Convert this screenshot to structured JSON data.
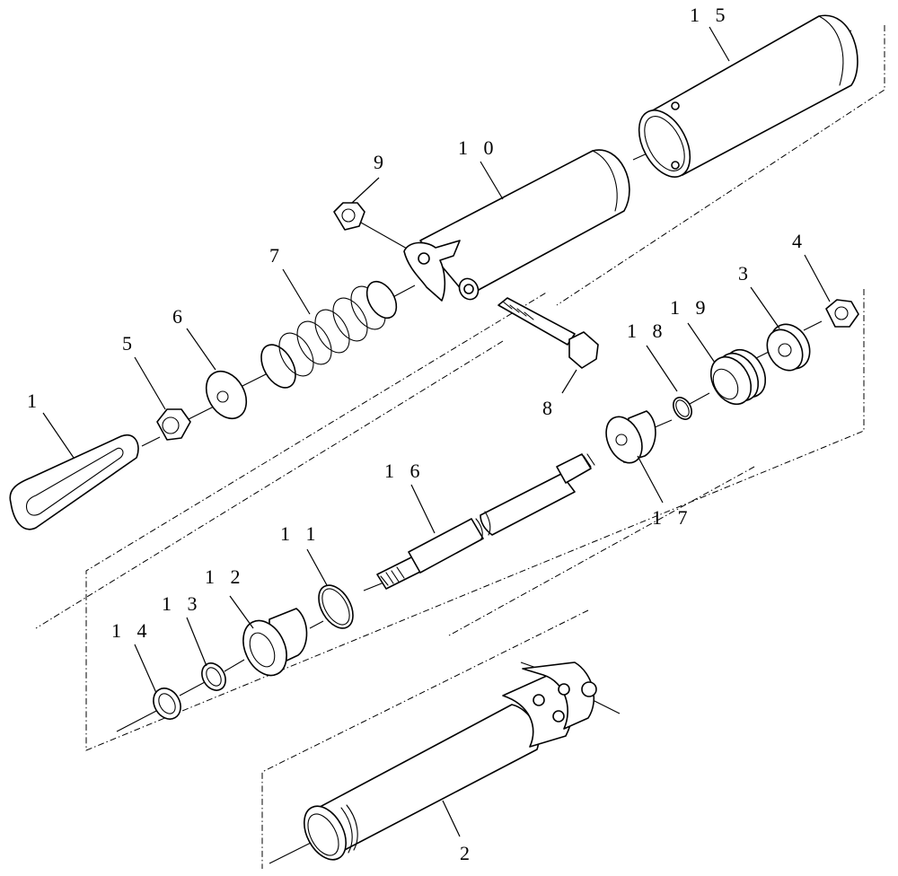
{
  "callouts": [
    {
      "id": "c1",
      "text": "1"
    },
    {
      "id": "c2",
      "text": "2"
    },
    {
      "id": "c3",
      "text": "3"
    },
    {
      "id": "c4",
      "text": "4"
    },
    {
      "id": "c5",
      "text": "5"
    },
    {
      "id": "c6",
      "text": "6"
    },
    {
      "id": "c7",
      "text": "7"
    },
    {
      "id": "c8",
      "text": "8"
    },
    {
      "id": "c9",
      "text": "9"
    },
    {
      "id": "c10",
      "text": "1 0"
    },
    {
      "id": "c11",
      "text": "1 1"
    },
    {
      "id": "c12",
      "text": "1 2"
    },
    {
      "id": "c13",
      "text": "1 3"
    },
    {
      "id": "c14",
      "text": "1 4"
    },
    {
      "id": "c15",
      "text": "1 5"
    },
    {
      "id": "c16",
      "text": "1 6"
    },
    {
      "id": "c17",
      "text": "1 7"
    },
    {
      "id": "c18",
      "text": "1 8"
    },
    {
      "id": "c19",
      "text": "1 9"
    }
  ]
}
